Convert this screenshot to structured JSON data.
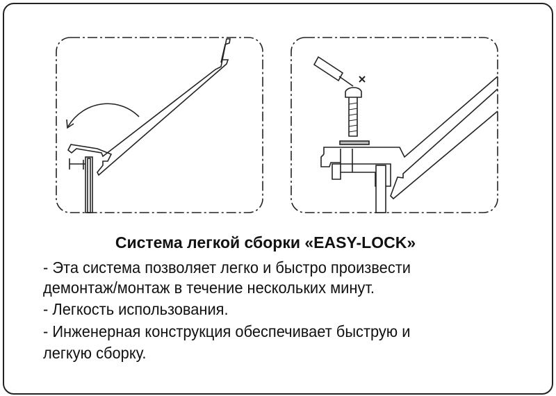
{
  "title": "Система легкой сборки «EASY-LOCK»",
  "lines": [
    "- Эта система позволяет легко и быстро произвести",
    "демонтаж/монтаж в течение нескольких минут.",
    "- Легкость использования.",
    "- Инженерная конструкция обеспечивает быструю и",
    "легкую сборку."
  ]
}
